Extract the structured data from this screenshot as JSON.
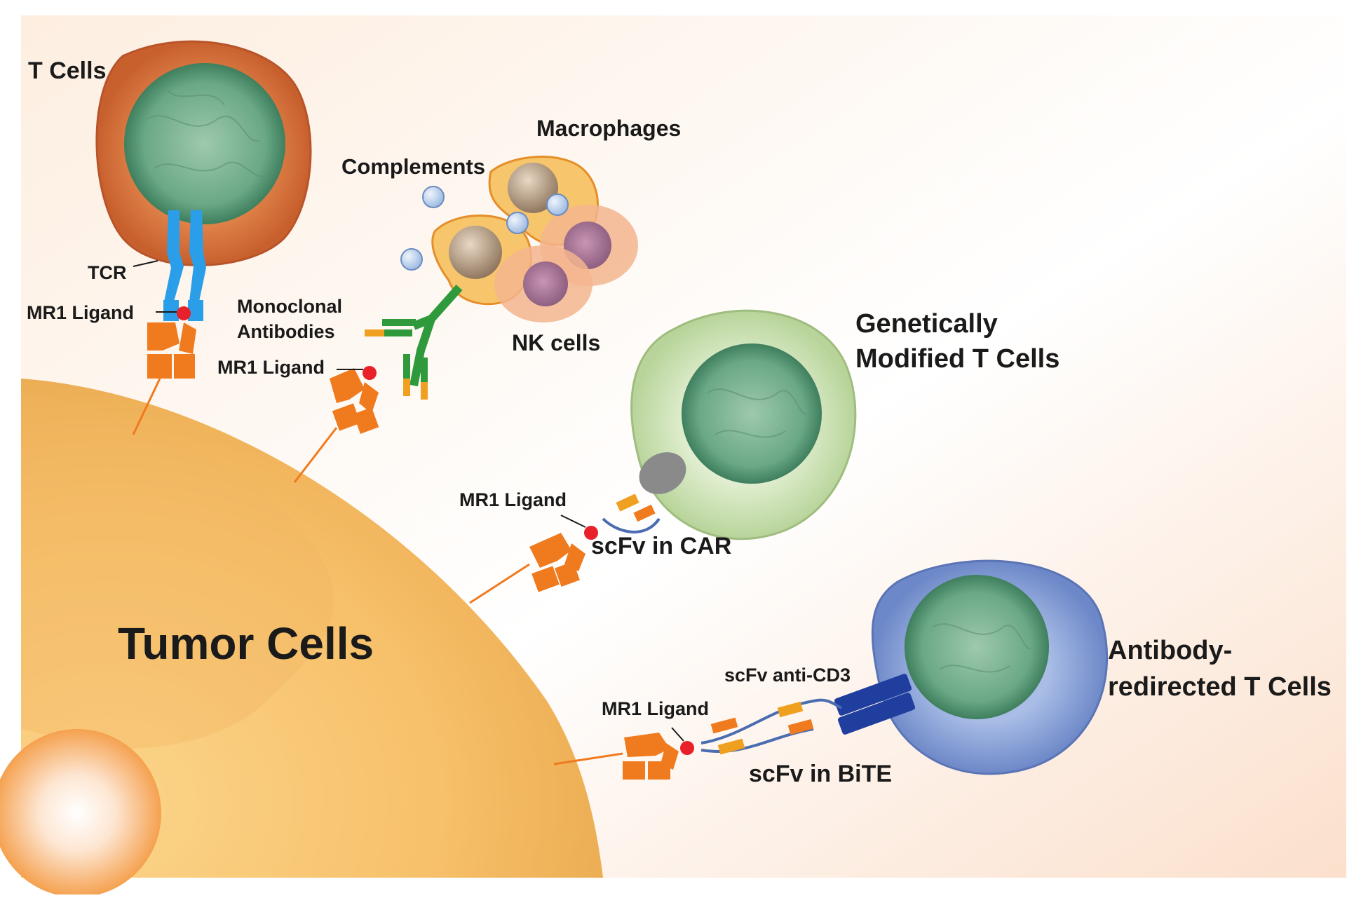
{
  "labels": {
    "t_cells": "T Cells",
    "macrophages": "Macrophages",
    "complements": "Complements",
    "tcr": "TCR",
    "mr1_ligand_1": "MR1 Ligand",
    "monoclonal_line1": "Monoclonal",
    "monoclonal_line2": "Antibodies",
    "mr1_ligand_2": "MR1 Ligand",
    "nk_cells": "NK cells",
    "gm_line1": "Genetically",
    "gm_line2": "Modified T Cells",
    "mr1_ligand_3": "MR1 Ligand",
    "scfv_car": "scFv in CAR",
    "tumor_cells": "Tumor Cells",
    "ab_line1": "Antibody-",
    "ab_line2": "redirected T Cells",
    "scfv_anti_cd3": "scFv anti-CD3",
    "mr1_ligand_4": "MR1 Ligand",
    "scfv_bite": "scFv in BiTE"
  },
  "colors": {
    "tumor": "#f5b75a",
    "t_cell": "#d8743e",
    "nucleus": "#6aa886",
    "car_t_cell": "#cfe3b8",
    "bite_t_cell": "#8ea6d8",
    "receptor": "#f07a1e",
    "tcr": "#2a9ee8",
    "ligand": "#e8202a",
    "antibody_green": "#2e9a3c",
    "antibody_orange": "#f0a020",
    "cd3_binder": "#1f3e9e",
    "macrophage": "#f7c56b",
    "nk_cell": "#f0a07a",
    "complement": "#b9d0ee"
  }
}
